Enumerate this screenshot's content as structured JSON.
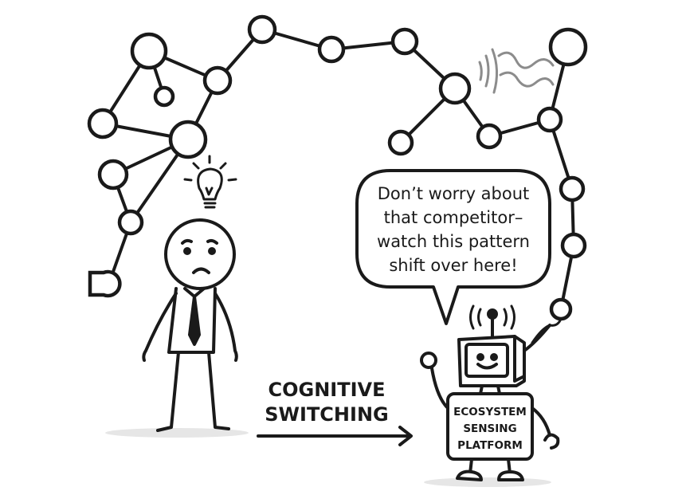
{
  "speech_bubble": {
    "line1": "Don’t worry about",
    "line2": "that competitor–",
    "line3": "watch this pattern",
    "line4": "shift over here!"
  },
  "arrow_label": {
    "line1": "COGNITIVE",
    "line2": "SWITCHING"
  },
  "robot_label": {
    "line1": "ECOSYSTEM",
    "line2": "SENSING",
    "line3": "PLATFORM"
  },
  "colors": {
    "ink": "#1a1a1a",
    "signal_gray": "#8c8c8c",
    "shadow": "#e6e6e6"
  }
}
